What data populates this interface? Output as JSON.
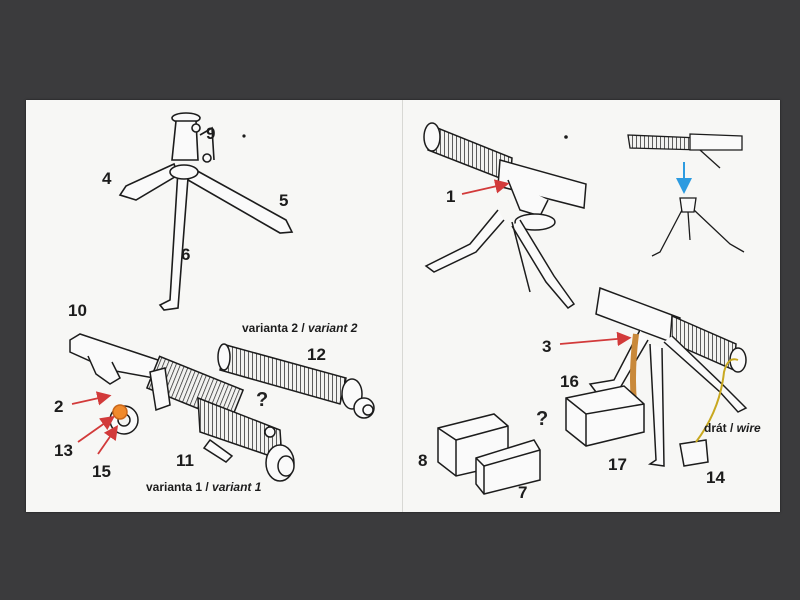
{
  "colors": {
    "background": "#3b3b3d",
    "paper": "#f7f7f5",
    "ink": "#1c1c1c",
    "red_arrow": "#d23a3a",
    "blue_arrow": "#2d9be0",
    "orange_part": "#f08a2c",
    "wire": "#c8a820",
    "ammo_belt": "#c9893a"
  },
  "icons": [
    "tripod-drawing",
    "gun-drawing",
    "water-jacket-drawing",
    "ammo-box-drawing",
    "arrow-icon"
  ],
  "part_numbers": {
    "p1": "1",
    "p2": "2",
    "p3": "3",
    "p4": "4",
    "p5": "5",
    "p6": "6",
    "p7": "7",
    "p8": "8",
    "p9": "9",
    "p10": "10",
    "p11": "11",
    "p12": "12",
    "p13": "13",
    "p14": "14",
    "p15": "15",
    "p16": "16",
    "p17": "17"
  },
  "captions": {
    "variant2_cz": "varianta 2 / ",
    "variant2_en": "variant 2",
    "variant1_cz": "varianta 1 / ",
    "variant1_en": "variant 1",
    "wire_cz": "drát / ",
    "wire_en": "wire"
  },
  "question_marks": {
    "q1": "?",
    "q2": "?"
  }
}
